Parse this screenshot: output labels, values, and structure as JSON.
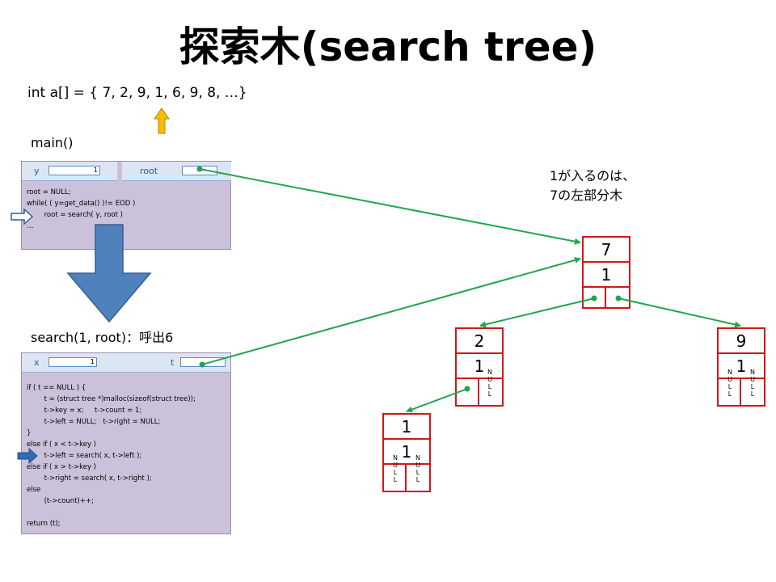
{
  "title": "探索木(search tree)",
  "array_line": "int a[] = { 7, 2, 9, 1, 6, 9, 8, …}",
  "main_frame": {
    "label": "main()",
    "var_y": "y",
    "var_y_value": "1",
    "var_root": "root",
    "code": "root = NULL;\nwhile( ( y=get_data() )!= EOD )\n        root = search( y, root )\n…"
  },
  "search_frame": {
    "label": "search(1, root)：呼出6",
    "var_x": "x",
    "var_x_value": "1",
    "var_t": "t",
    "code": "if ( t == NULL ) {\n        t = (struct tree *)malloc(sizeof(struct tree));\n        t->key = x;     t->count = 1;\n        t->left = NULL;   t->right = NULL;\n}\nelse if ( x < t->key )\n        t->left = search( x, t->left );\nelse if ( x > t->key )\n        t->right = search( x, t->right );\nelse\n        (t->count)++;\n\nreturn (t);"
  },
  "note_line1": "1が入るのは、",
  "note_line2": "7の左部分木",
  "null_text": "NULL",
  "nodes": {
    "n7": {
      "key": "7",
      "count": "1"
    },
    "n2": {
      "key": "2",
      "count": "1"
    },
    "n9": {
      "key": "9",
      "count": "1"
    },
    "n1": {
      "key": "1",
      "count": "1"
    }
  },
  "colors": {
    "frame_fill": "#ccc1da",
    "header_fill": "#dce6f2",
    "node_border": "#d01818",
    "pointer_line": "#1fa64a",
    "big_arrow": "#4f81bd",
    "input_arrow": "#f2c000"
  }
}
